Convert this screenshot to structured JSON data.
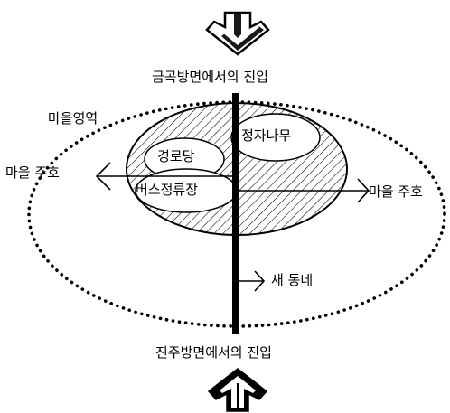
{
  "labels": {
    "top_entry": "금곡방면에서의 진입",
    "bottom_entry": "진주방면에서의 진입",
    "village_area": "마을영역",
    "village_protection_left": "마을 주호",
    "village_protection_right": "마을 주호",
    "jeongja_tree": "정자나무",
    "senior_center": "경로당",
    "bus_stop": "버스정류장",
    "new_neighborhood": "새 동네"
  },
  "colors": {
    "ink": "#000000",
    "background": "#ffffff"
  },
  "icons": {
    "top": "arrow-down-icon",
    "bottom": "arrow-up-icon"
  }
}
